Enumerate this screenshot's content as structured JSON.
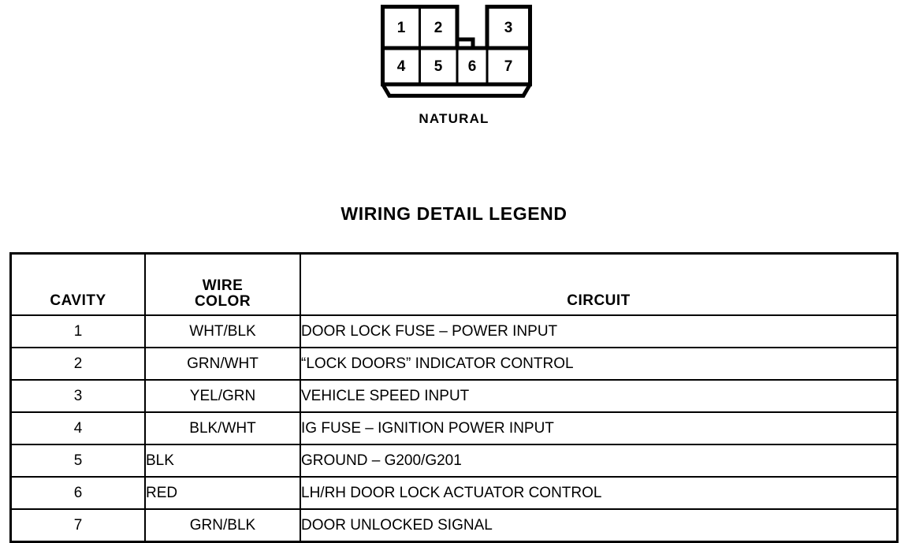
{
  "connector": {
    "label": "NATURAL",
    "top_row": [
      "1",
      "2",
      "3"
    ],
    "bottom_row": [
      "4",
      "5",
      "6",
      "7"
    ],
    "notch_present": true
  },
  "legend": {
    "title": "WIRING DETAIL LEGEND",
    "headers": {
      "cavity": "CAVITY",
      "wire_color_line1": "WIRE",
      "wire_color_line2": "COLOR",
      "circuit": "CIRCUIT"
    },
    "rows": [
      {
        "cavity": "1",
        "color": "WHT/BLK",
        "circuit": "DOOR LOCK FUSE – POWER INPUT"
      },
      {
        "cavity": "2",
        "color": "GRN/WHT",
        "circuit": "“LOCK DOORS” INDICATOR CONTROL"
      },
      {
        "cavity": "3",
        "color": "YEL/GRN",
        "circuit": "VEHICLE SPEED INPUT"
      },
      {
        "cavity": "4",
        "color": "BLK/WHT",
        "circuit": "IG FUSE – IGNITION POWER INPUT"
      },
      {
        "cavity": "5",
        "color": "BLK",
        "circuit": "GROUND – G200/G201"
      },
      {
        "cavity": "6",
        "color": "RED",
        "circuit": "LH/RH DOOR LOCK ACTUATOR CONTROL"
      },
      {
        "cavity": "7",
        "color": "GRN/BLK",
        "circuit": "DOOR UNLOCKED SIGNAL"
      }
    ]
  },
  "colors": {
    "ink": "#000000",
    "paper": "#ffffff"
  }
}
